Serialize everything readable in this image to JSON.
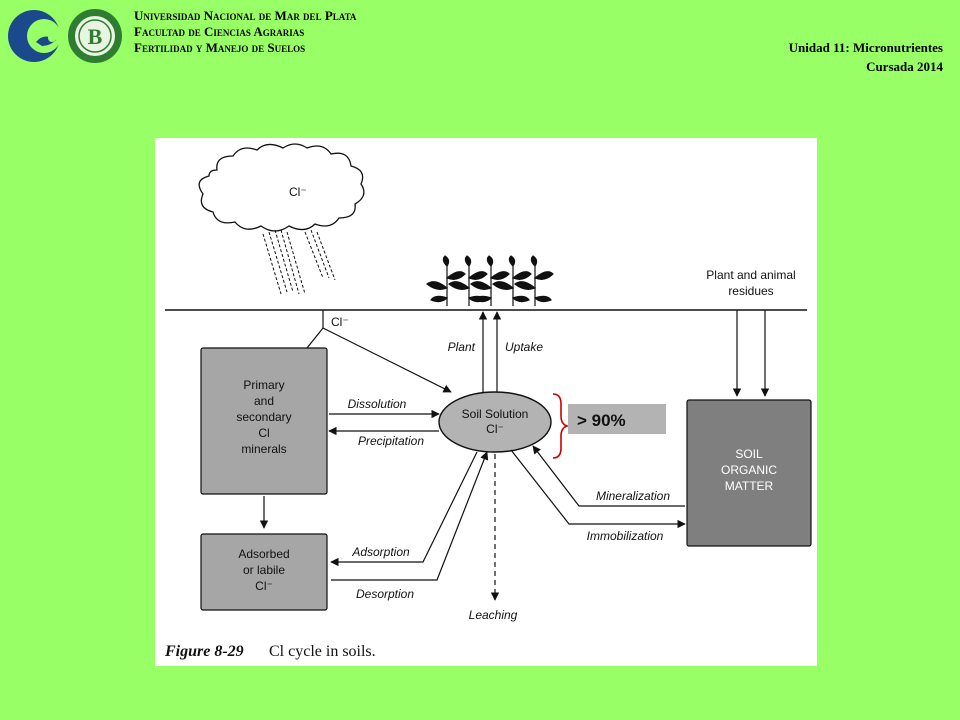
{
  "header": {
    "line1": "Universidad Nacional de Mar del Plata",
    "line2": "Facultad de Ciencias Agrarias",
    "line3": "Fertilidad y Manejo de Suelos",
    "unit": "Unidad 11: Micronutrientes",
    "course": "Cursada 2014"
  },
  "colors": {
    "background": "#99ff66",
    "box_fill": "#a6a6a6",
    "soil_om_fill": "#7f7f7f",
    "brace": "#cc0000",
    "logo_blue": "#1a4a8c",
    "logo_green": "#2e7d32"
  },
  "icons": {
    "logo_left": "university-wave-logo",
    "logo_right": "faculty-seal-logo",
    "cloud": "rain-cloud",
    "plants": "crop-plants"
  },
  "diagram": {
    "cloud_label": "Cl⁻",
    "surface_label": "Cl⁻",
    "plant_residues": [
      "Plant and animal",
      "residues"
    ],
    "minerals_box": [
      "Primary",
      "and",
      "secondary",
      "Cl",
      "minerals"
    ],
    "adsorbed_box": [
      "Adsorbed",
      "or labile",
      "Cl⁻"
    ],
    "soil_solution": [
      "Soil Solution",
      "Cl⁻"
    ],
    "soil_om": [
      "SOIL",
      "ORGANIC",
      "MATTER"
    ],
    "percent_label": "> 90%",
    "arrows": {
      "plant": "Plant",
      "uptake": "Uptake",
      "dissolution": "Dissolution",
      "precipitation": "Precipitation",
      "adsorption": "Adsorption",
      "desorption": "Desorption",
      "mineralization": "Mineralization",
      "immobilization": "Immobilization",
      "leaching": "Leaching"
    },
    "caption_figure": "Figure 8-29",
    "caption_text": "Cl cycle in soils."
  }
}
